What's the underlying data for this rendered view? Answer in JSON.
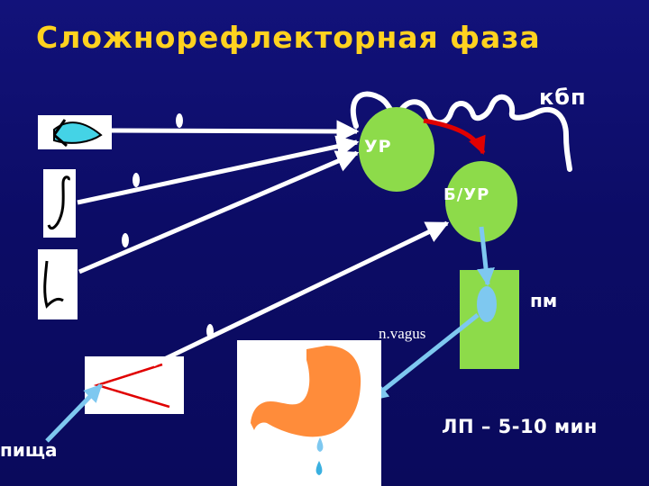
{
  "slide": {
    "title": "Сложнорефлекторная фаза"
  },
  "labels": {
    "kbp": "кбп",
    "ur": "УР",
    "bur": "Б/УР",
    "pm": "пм",
    "vagus": "n.vagus",
    "lp": "ЛП – 5-10 мин",
    "food": "пища"
  },
  "colors": {
    "title": "#ffd21f",
    "background": "#0c0c66",
    "center_green": "#8ddb4a",
    "arrow_white": "#ffffff",
    "arrow_red": "#e00000",
    "arrow_blue": "#7ec8f0",
    "stomach": "#ff8c3a"
  }
}
